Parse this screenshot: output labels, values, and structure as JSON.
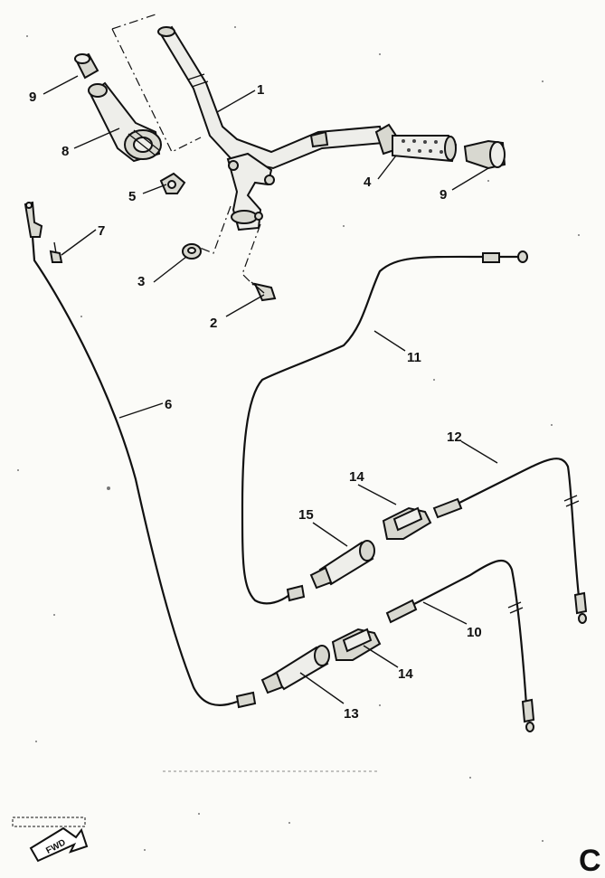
{
  "callouts": {
    "c1": "1",
    "c2": "2",
    "c3": "3",
    "c4": "4",
    "c5": "5",
    "c6": "6",
    "c7": "7",
    "c8": "8",
    "c9a": "9",
    "c9b": "9",
    "c10": "10",
    "c11": "11",
    "c12": "12",
    "c13": "13",
    "c14a": "14",
    "c14b": "14",
    "c15": "15"
  },
  "fwd_badge": "FWD",
  "corner_letter": "C",
  "colors": {
    "ink": "#111111",
    "paper": "#fbfbf8"
  }
}
